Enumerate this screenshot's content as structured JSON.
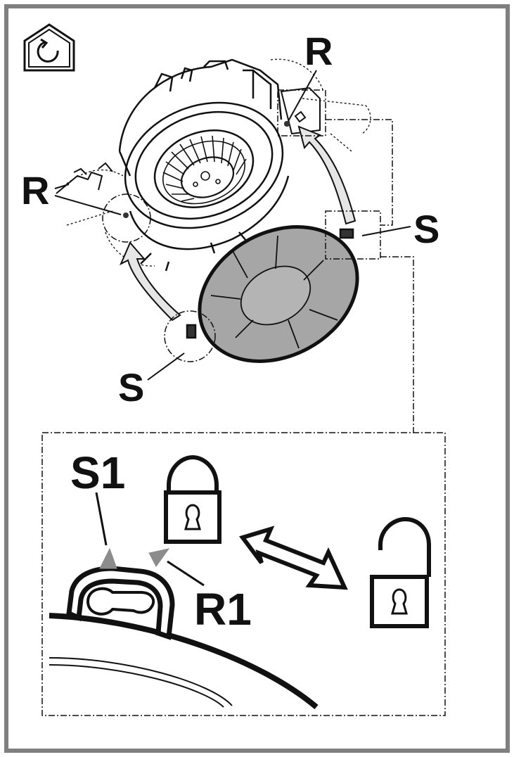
{
  "labels": {
    "r_top": "R",
    "r_left": "R",
    "s_right": "S",
    "s_bottom": "S",
    "s1": "S1",
    "r1": "R1"
  },
  "icons": {
    "corner": "house-rotate-icon",
    "locked": "lock-closed-icon",
    "unlocked": "lock-open-icon",
    "arrow": "double-arrow-icon"
  },
  "colors": {
    "frame": "#7f7f7f",
    "ink": "#111111",
    "filter_fill": "#a6a6a6",
    "arrow_fill": "#e6e6e6",
    "marker": "#8c8c8c"
  }
}
